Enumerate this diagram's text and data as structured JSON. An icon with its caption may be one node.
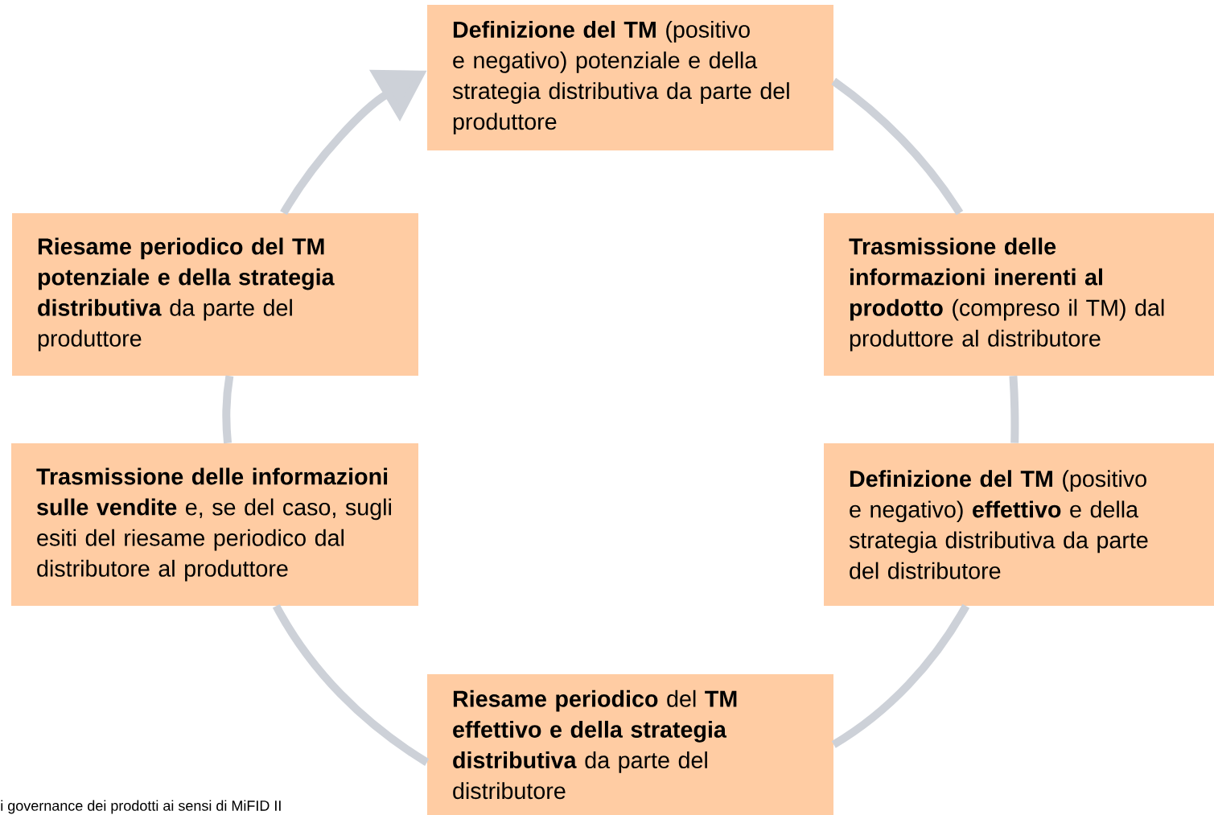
{
  "diagram": {
    "nodes": [
      {
        "text": [
          "**Definizione del TM** (positivo e negativo) potenziale e della strategia distributiva da parte del produttore"
        ]
      },
      {
        "text": [
          "**Trasmissione delle informazioni inerenti al prodotto** (compreso il TM) dal produttore al distributore"
        ]
      },
      {
        "text": [
          "**Definizione del TM** (positivo e negativo) **effettivo** e della strategia distributiva da parte del distributore"
        ]
      },
      {
        "text": [
          "**Riesame periodico** del **TM effettivo e della strategia distributiva** da parte del distributore"
        ]
      },
      {
        "text": [
          "**Trasmissione delle informazioni sulle vendite** e, se del caso, sugli esiti del riesame periodico dal distributore al produttore"
        ]
      },
      {
        "text": [
          "**Riesame periodico del TM potenziale e della strategia distributiva** da parte del produttore"
        ]
      }
    ],
    "edges": [
      {
        "from": 0,
        "to": 1,
        "arrow": "none"
      },
      {
        "from": 1,
        "to": 2,
        "arrow": "none"
      },
      {
        "from": 2,
        "to": 3,
        "arrow": "none"
      },
      {
        "from": 3,
        "to": 4,
        "arrow": "none"
      },
      {
        "from": 4,
        "to": 5,
        "arrow": "none"
      },
      {
        "from": 5,
        "to": 0,
        "arrow": "to"
      }
    ],
    "labels": [
      "i governance dei prodotti ai sensi di MiFID II"
    ]
  }
}
